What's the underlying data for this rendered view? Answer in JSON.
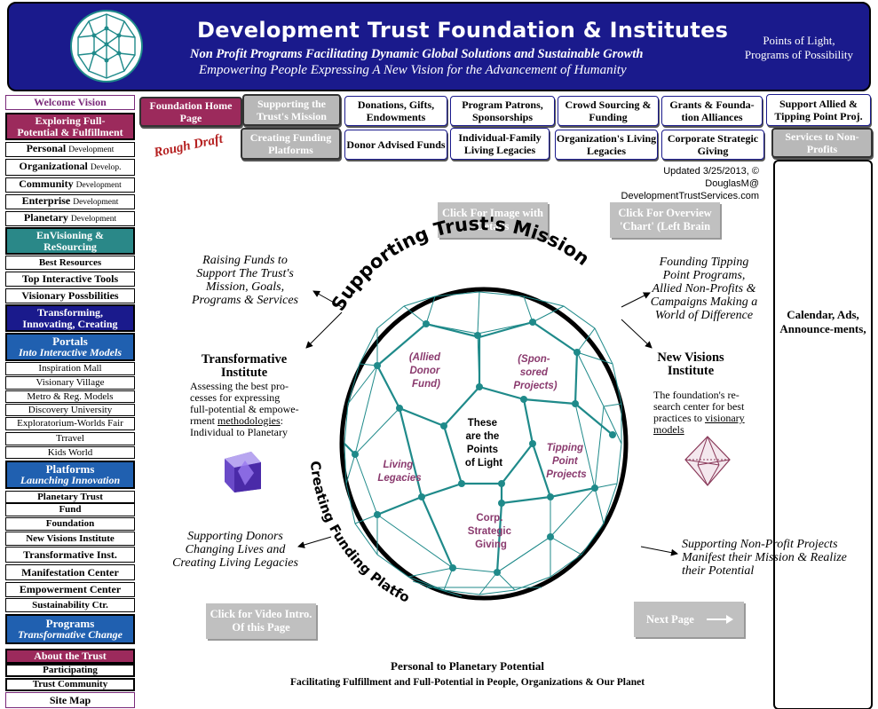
{
  "header": {
    "title": "Development Trust Foundation & Institutes",
    "subtitle1": "Non Profit Programs Facilitating Dynamic Global Solutions and Sustainable Growth",
    "subtitle2": "Empowering People Expressing A New Vision for the Advancement of Humanity",
    "side_line1": "Points of Light,",
    "side_line2": "Programs of Possibility"
  },
  "nav": {
    "welcome": "Welcome Vision",
    "exploring1": "Exploring Full-",
    "exploring2": "Potential & Fulfillment",
    "personal_a": "Personal",
    "personal_b": "Development",
    "organizational_a": "Organizational",
    "organizational_b": "Develop.",
    "community_a": "Community",
    "community_b": "Development",
    "enterprise_a": "Enterprise",
    "enterprise_b": "Development",
    "planetary_a": "Planetary",
    "planetary_b": "Development",
    "envisioning1": "EnVisioning &",
    "envisioning2": "ReSourcing",
    "best_resources": "Best Resources",
    "top_tools": "Top Interactive Tools",
    "visionary_possibilities": "Visionary Possbilities",
    "transforming1": "Transforming,",
    "transforming2": "Innovating, Creating",
    "portals1": "Portals",
    "portals2": "Into Interactive Models",
    "inspiration_mall": "Inspiration Mall",
    "visionary_village": "Visionary Village",
    "metro_models": "Metro & Reg. Models",
    "discovery_university": "Discovery University",
    "exploratorium": "Exploratorium-Worlds Fair",
    "travel": "Trravel",
    "kids_world": "Kids World",
    "platforms1": "Platforms",
    "platforms2": "Launching Innovation",
    "planetary_trust": "Planetary Trust",
    "fund": "Fund",
    "foundation": "Foundation",
    "new_visions_inst": "New Visions Institute",
    "transformative_inst": "Transformative Inst.",
    "manifestation_center": "Manifestation Center",
    "empowerment_center": "Empowerment Center",
    "sustainability_ctr": "Sustainability Ctr.",
    "programs1": "Programs",
    "programs2": "Transformative Change",
    "about1": "About the Trust",
    "participating": "Participating",
    "trust_community": "Trust Community",
    "site_map": "Site Map"
  },
  "topbar": {
    "foundation_home": "Foundation Home Page",
    "supporting_mission": "Supporting the Trust's Mission",
    "donations": "Donations, Gifts, Endowments",
    "program_patrons": "Program Patrons, Sponsorships",
    "crowd_sourcing": "Crowd Sourcing & Funding",
    "grants": "Grants & Founda-tion Alliances",
    "support_allied": "Support Allied & Tipping Point Proj.",
    "creating_funding": "Creating Funding Platforms",
    "donor_advised": "Donor Advised Funds",
    "individual_family": "Individual-Family Living Legacies",
    "org_legacies": "Organization's Living Legacies",
    "corporate_giving": "Corporate Strategic Giving",
    "services_nonprofits": "Services to Non-Profits"
  },
  "rough_draft": "Rough Draft",
  "updated_line1": "Updated 3/25/2013, © DouglasM@",
  "updated_line2": "DevelopmentTrustServices.com",
  "calendar": "Calendar, Ads, Announce-ments,",
  "buttons": {
    "image_details": "Click For Image with Details",
    "overview_chart": "Click For Overview 'Chart' (Left Brain",
    "video_intro": "Click for Video Intro. Of this Page",
    "next_page": "Next Page"
  },
  "diagram": {
    "arc_top": "Supporting Trust's Mission",
    "arc_bottom": "Creating Funding Platforms",
    "center1": "These",
    "center2": "are the",
    "center3": "Points",
    "center4": "of Light",
    "allied1": "(Allied",
    "allied2": "Donor",
    "allied3": "Fund)",
    "sponsored1": "(Spon-",
    "sponsored2": "sored",
    "sponsored3": "Projects)",
    "living1": "Living",
    "living2": "Legacies",
    "tipping1": "Tipping",
    "tipping2": "Point",
    "tipping3": "Projects",
    "corp1": "Corp.",
    "corp2": "Strategic",
    "corp3": "Giving"
  },
  "texts": {
    "raising": [
      "Raising Funds to",
      "Support The Trust's",
      "Mission, Goals,",
      "Programs & Services"
    ],
    "founding": [
      "Founding Tipping",
      "Point Programs,",
      "Allied Non-Profits &",
      "Campaigns Making a",
      "World of Difference"
    ],
    "supporting_donors": [
      "Supporting Donors",
      "Changing Lives and",
      "Creating Living Legacies"
    ],
    "supporting_nonprofit": [
      "Supporting Non-Profit Projects",
      "Manifest their Mission & Realize",
      "their Potential"
    ]
  },
  "institutes": {
    "transformative_title1": "Transformative",
    "transformative_title2": "Institute",
    "transformative_desc1": "Assessing the best pro-",
    "transformative_desc2": "cesses for expressing",
    "transformative_desc3": "full-potential & empowe-",
    "transformative_desc4a": "rment ",
    "transformative_desc4b": "methodologies",
    "transformative_desc4c": ":",
    "transformative_desc5": "Individual to Planetary",
    "newvisions_title1": "New Visions",
    "newvisions_title2": "Institute",
    "newvisions_desc1": "The foundation's re-",
    "newvisions_desc2": "search center for best",
    "newvisions_desc3a": "practices to ",
    "newvisions_desc3b": "visionary",
    "newvisions_desc4": "models"
  },
  "footer": {
    "line1": "Personal to Planetary Potential",
    "line2": "Facilitating Fulfillment and Full-Potential in People, Organizations & Our Planet"
  },
  "colors": {
    "navy": "#1a1a8c",
    "maroon": "#9c2a5c",
    "teal": "#1f8a8a",
    "purple_text": "#8a3a6e"
  }
}
